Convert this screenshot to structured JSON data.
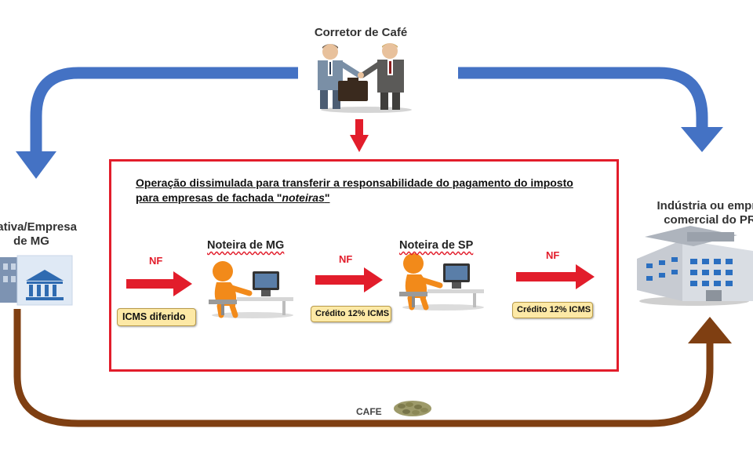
{
  "broker": {
    "label": "Corretor de Café"
  },
  "source": {
    "label_line1": "erativa/Empresa",
    "label_line2": "de MG"
  },
  "destination": {
    "label_line1": "Indústria ou empre",
    "label_line2": "comercial do PR"
  },
  "scheme": {
    "note_line1": "Operação dissimulada para transferir a responsabilidade do pagamento do imposto",
    "note_line2_prefix": "para empresas de fachada \"",
    "note_line2_italic": "noteiras",
    "note_line2_suffix": "\""
  },
  "nodes": [
    {
      "label": "Noteira de MG"
    },
    {
      "label": "Noteira de SP"
    }
  ],
  "flows": [
    {
      "doc": "NF",
      "tag": "ICMS diferido"
    },
    {
      "doc": "NF",
      "tag": "Crédito 12% ICMS"
    },
    {
      "doc": "NF",
      "tag": "Crédito 12% ICMS"
    }
  ],
  "goods": {
    "label": "CAFE"
  },
  "colors": {
    "blue_arrow": "#4472c4",
    "brown_arrow": "#7f3f12",
    "red": "#e21d2b",
    "tag_fill": "#fde9a6"
  },
  "icons": [
    "handshake-icon",
    "cooperative-building-icon",
    "industry-building-icon",
    "person-at-computer-icon",
    "coffee-beans-icon"
  ]
}
